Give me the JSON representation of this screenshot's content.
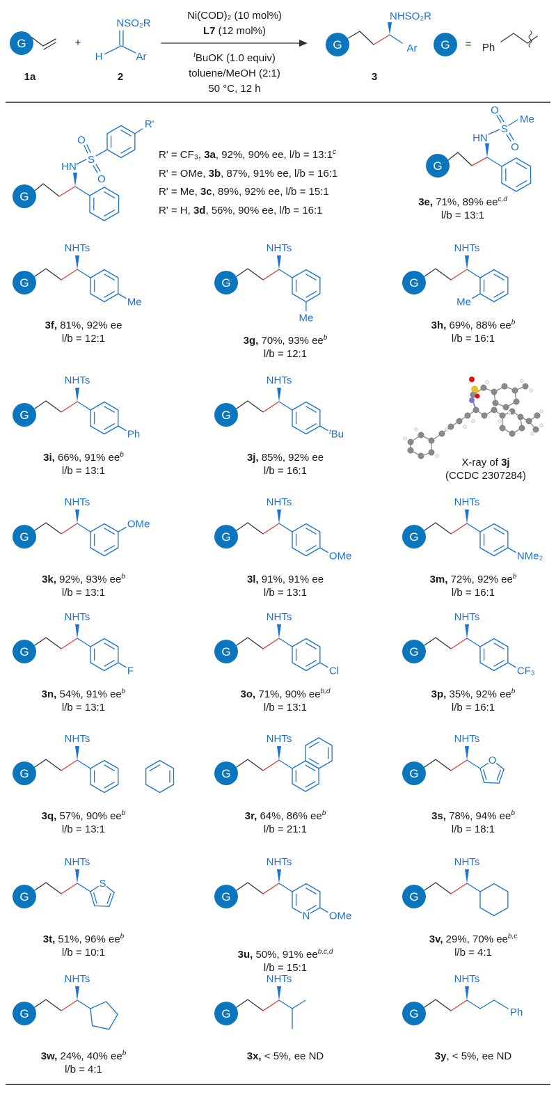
{
  "g_label": "G",
  "scheme": {
    "reactant1_label": "1a",
    "plus": "+",
    "imine": "NSO₂R",
    "h": "H",
    "ar": "Ar",
    "reactant2_label": "2",
    "conditions": {
      "catalyst": "Ni(COD)₂ (10 mol%)",
      "ligand": "L7",
      "ligand_rest": " (12 mol%)",
      "base_prefix": "t",
      "base": "BuOK (1.0 equiv)",
      "solvent": "toluene/MeOH (2:1)",
      "temp_time": "50 °C, 12 h"
    },
    "product_amine": "NHSO₂R",
    "product_ar": "Ar",
    "product_label": "3",
    "g_def_eq": "=",
    "g_def_ph": "Ph"
  },
  "series_a": {
    "r_prime": "R'",
    "hn": "HN",
    "s": "S",
    "o": "O",
    "lines": [
      {
        "r": "R' = CF₃, ",
        "id": "3a",
        "rest": ", 92%, 90% ee, l/b = 13:1",
        "sup": "c"
      },
      {
        "r": "R' = OMe, ",
        "id": "3b",
        "rest": ", 87%, 91% ee, l/b = 16:1",
        "sup": ""
      },
      {
        "r": "R' = Me, ",
        "id": "3c",
        "rest": ", 89%, 92% ee, l/b = 15:1",
        "sup": ""
      },
      {
        "r": "R' = H, ",
        "id": "3d",
        "rest": ", 56%, 90% ee, l/b = 16:1",
        "sup": ""
      }
    ]
  },
  "compound_3e": {
    "hn": "HN",
    "s": "S",
    "o": "O",
    "me": "Me",
    "label": "3e,",
    "text": " 71%, 89% ee",
    "sup": "c,d",
    "lb": "l/b = 13:1"
  },
  "xray": {
    "title": "X-ray of ",
    "id": "3j",
    "ccdc": "(CCDC 2307284)"
  },
  "compounds": [
    {
      "label": "3f,",
      "text": " 81%, 92% ee",
      "sup": "",
      "lb": "l/b = 12:1",
      "amine": "NHTs",
      "subst": "Me"
    },
    {
      "label": "3g,",
      "text": " 70%, 93% ee",
      "sup": "b",
      "lb": "l/b = 12:1",
      "amine": "NHTs",
      "subst": "Me"
    },
    {
      "label": "3h,",
      "text": " 69%, 88% ee",
      "sup": "b",
      "lb": "l/b = 16:1",
      "amine": "NHTs",
      "subst": "Me"
    },
    {
      "label": "3i,",
      "text": " 66%, 91% ee",
      "sup": "b",
      "lb": "l/b = 13:1",
      "amine": "NHTs",
      "subst": "Ph"
    },
    {
      "label": "3j,",
      "text": " 85%, 92% ee",
      "sup": "",
      "lb": "l/b = 16:1",
      "amine": "NHTs",
      "subst_pre": "t",
      "subst": "Bu"
    },
    {
      "label": "3k,",
      "text": " 92%, 93% ee",
      "sup": "b",
      "lb": "l/b = 13:1",
      "amine": "NHTs",
      "subst": "OMe"
    },
    {
      "label": "3l,",
      "text": " 91%, 91% ee",
      "sup": "",
      "lb": "l/b = 13:1",
      "amine": "NHTs",
      "subst": "OMe"
    },
    {
      "label": "3m,",
      "text": " 72%, 92% ee",
      "sup": "b",
      "lb": "l/b = 16:1",
      "amine": "NHTs",
      "subst": "NMe₂"
    },
    {
      "label": "3n,",
      "text": " 54%, 91% ee",
      "sup": "b",
      "lb": "l/b = 13:1",
      "amine": "NHTs",
      "subst": "F"
    },
    {
      "label": "3o,",
      "text": " 71%, 90% ee",
      "sup": "b,d",
      "lb": "l/b = 13:1",
      "amine": "NHTs",
      "subst": "Cl"
    },
    {
      "label": "3p,",
      "text": " 35%, 92% ee",
      "sup": "b",
      "lb": "l/b = 16:1",
      "amine": "NHTs",
      "subst": "CF₃"
    },
    {
      "label": "3q,",
      "text": " 57%, 90% ee",
      "sup": "b",
      "lb": "l/b = 13:1",
      "amine": "NHTs"
    },
    {
      "label": "3r,",
      "text": " 64%, 86% ee",
      "sup": "b",
      "lb": "l/b = 21:1",
      "amine": "NHTs"
    },
    {
      "label": "3s,",
      "text": " 78%, 94% ee",
      "sup": "b",
      "lb": "l/b = 18:1",
      "amine": "NHTs",
      "het": "O"
    },
    {
      "label": "3t,",
      "text": " 51%, 96% ee",
      "sup": "b",
      "lb": "l/b = 10:1",
      "amine": "NHTs",
      "het": "S"
    },
    {
      "label": "3u,",
      "text": " 50%, 91% ee",
      "sup": "b,c,d",
      "lb": "l/b = 15:1",
      "amine": "NHTs",
      "het": "N",
      "subst": "OMe"
    },
    {
      "label": "3v,",
      "text": " 29%, 70% ee",
      "sup": "b,c",
      "lb": "l/b = 4:1",
      "amine": "NHTs"
    },
    {
      "label": "3w,",
      "text": " 24%, 40% ee",
      "sup": "b",
      "lb": "l/b = 4:1",
      "amine": "NHTs"
    },
    {
      "label": "3x,",
      "text": " < 5%,  ee ND",
      "sup": "",
      "lb": "",
      "amine": "NHTs"
    },
    {
      "label": "3y",
      "text": ", < 5%, ee ND",
      "sup": "",
      "lb": "",
      "amine": "NHTs",
      "subst": "Ph"
    }
  ],
  "colors": {
    "blue": "#1a73d0",
    "g_fill": "#0b76bd",
    "red": "#e53a2f",
    "bond": "#333333"
  }
}
